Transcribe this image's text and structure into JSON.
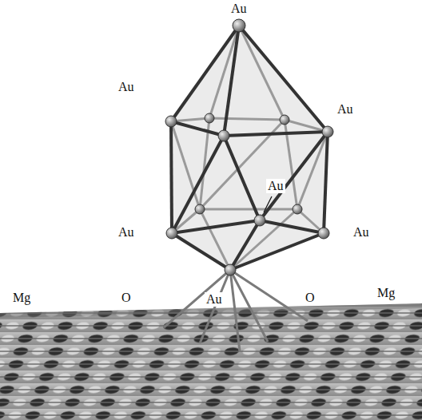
{
  "diagram": {
    "labels": [
      "Au",
      "Au",
      "Au",
      "Au",
      "Au",
      "Au",
      "Mg",
      "O",
      "Au",
      "O",
      "Mg"
    ]
  }
}
